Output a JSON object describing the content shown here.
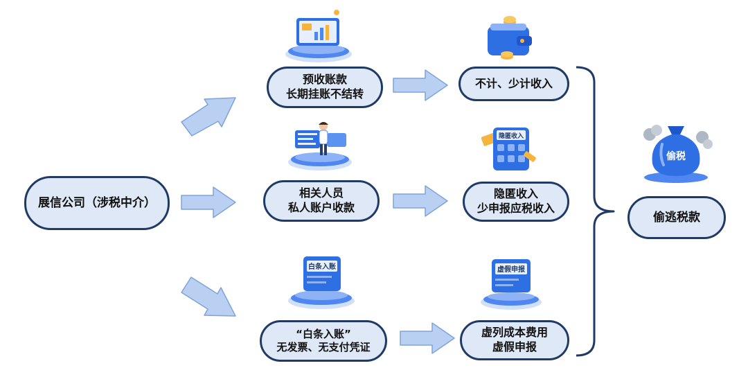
{
  "source": {
    "label": "展信公司（涉税中介）"
  },
  "branches": [
    {
      "lines": [
        "预收账款",
        "长期挂账不结转"
      ],
      "result_lines": [
        "不计、少计收入"
      ]
    },
    {
      "lines": [
        "相关人员",
        "私人账户收款"
      ],
      "result_lines": [
        "隐匿收入",
        "少申报应税收入"
      ]
    },
    {
      "lines": [
        "“白条入账”",
        "无发票、无支付凭证"
      ],
      "result_lines": [
        "虚列成本费用",
        "虚假申报"
      ]
    }
  ],
  "conclusion": {
    "label": "偷逃税款"
  },
  "icon_labels": {
    "concealed_income": "隐匿收入",
    "iou_entry": "白条入账",
    "false_declaration": "虚假申报",
    "tax_evasion_bag": "偷税"
  },
  "colors": {
    "node_fill": "#dfe8f6",
    "node_border": "#1f3a64",
    "arrow_fill": "#b9d0f2",
    "arrow_stroke": "#7fa3d9",
    "icon_blue": "#2f6fe4"
  },
  "icons": [
    "dashboard-screen-icon",
    "wallet-coins-icon",
    "presenter-board-icon",
    "calculator-icon",
    "iou-folder-icon",
    "declaration-document-icon",
    "money-bag-icon"
  ]
}
